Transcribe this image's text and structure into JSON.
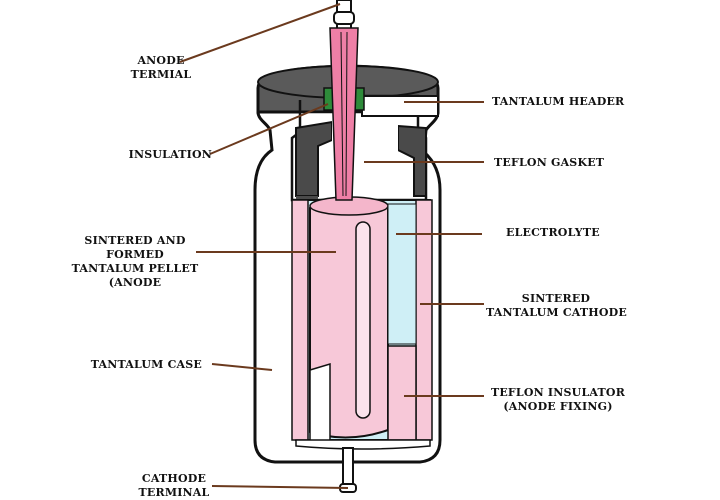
{
  "labels": {
    "anode_terminal": "ANODE\nTERMIAL",
    "insulation": "INSULATION",
    "sintered_pellet": "SINTERED AND\nFORMED\nTANTALUM PELLET\n(ANODE",
    "tantalum_case": "TANTALUM CASE",
    "cathode_terminal": "CATHODE\nTERMINAL",
    "tantalum_header": "TANTALUM HEADER",
    "teflon_gasket": "TEFLON GASKET",
    "electrolyte": "ELECTROLYTE",
    "sintered_cathode": "SINTERED\nTANTALUM CATHODE",
    "teflon_insulator": "TEFLON INSULATOR\n(ANODE FIXING)"
  },
  "colors": {
    "outline": "#111111",
    "leader": "#6b3a1e",
    "header_dark": "#5a5a5a",
    "gasket_dark": "#4a4a4a",
    "insulation_green": "#2e8b3a",
    "pellet_pink": "#f7c8d8",
    "anode_rod_pink": "#ee7fa6",
    "electrolyte_blue": "#cfeff6",
    "case_white": "#ffffff"
  }
}
